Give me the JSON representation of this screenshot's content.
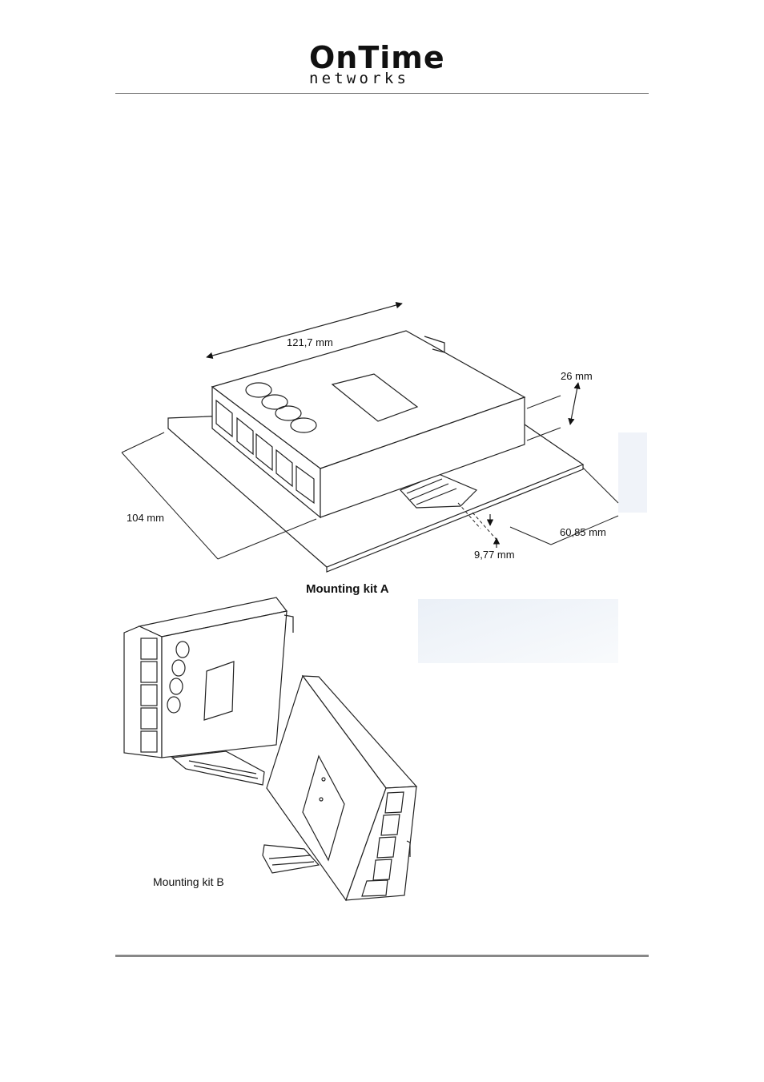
{
  "header": {
    "logo_main": "OnTime",
    "logo_sub": "networks"
  },
  "figure": {
    "dimensions": {
      "length": "121,7 mm",
      "height": "26 mm",
      "width": "104 mm",
      "depth": "60,85 mm",
      "offset": "9,77 mm"
    },
    "caption_a": "Mounting kit A",
    "caption_b": "Mounting kit B"
  }
}
